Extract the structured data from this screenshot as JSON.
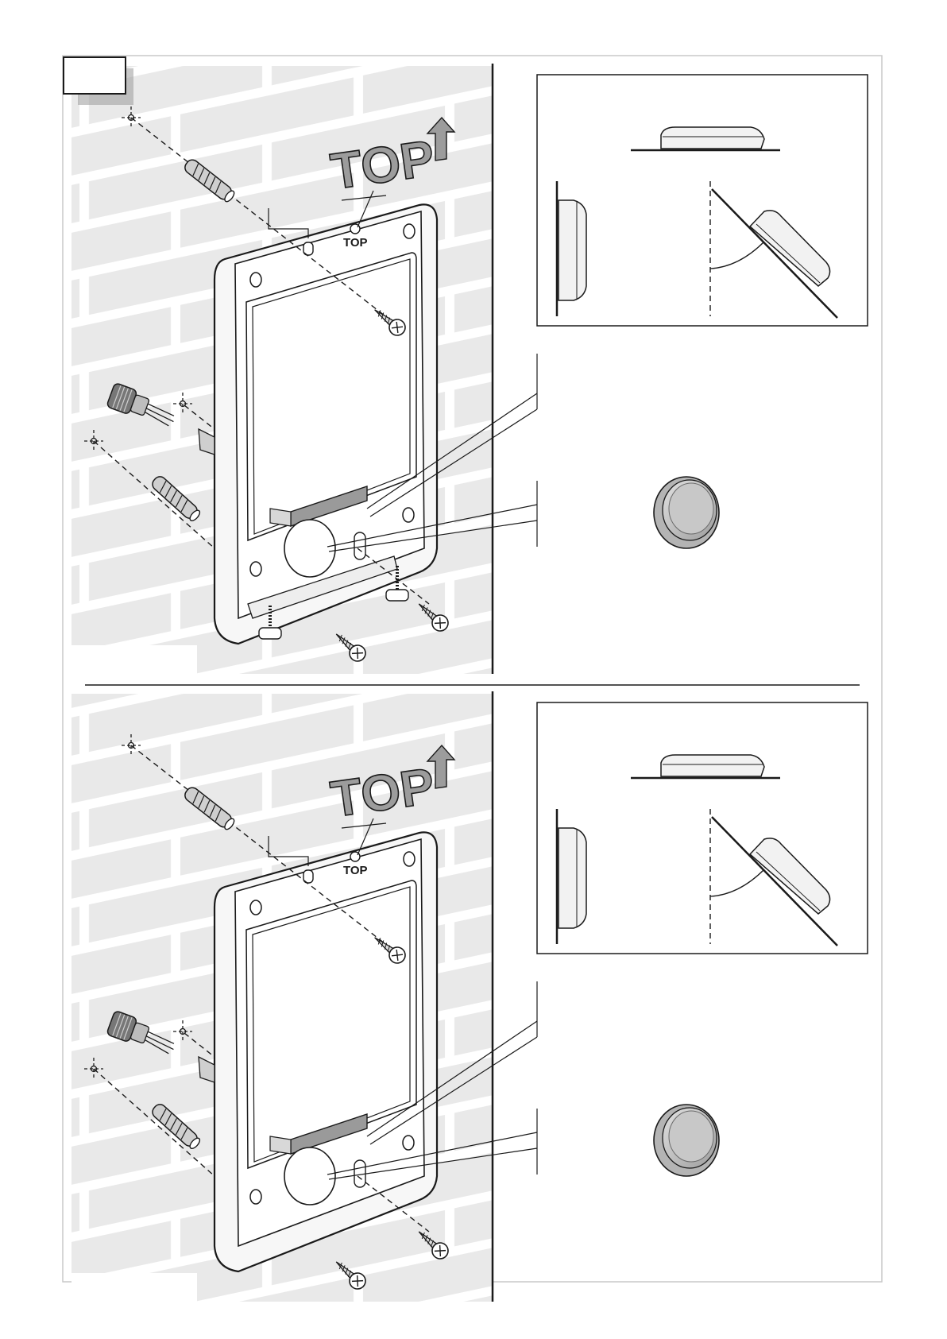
{
  "document": {
    "panels": [
      {
        "id": "upper",
        "orientation_label": "TOP",
        "has_step_number_box": true,
        "has_bottom_spacers": true
      },
      {
        "id": "lower",
        "orientation_label": "TOP",
        "has_step_number_box": false,
        "has_bottom_spacers": false
      }
    ]
  },
  "icons": {
    "orientation_arrow": "arrow-up-icon",
    "drill_mark": "crosshair-icon",
    "screw": "screw-icon",
    "wall_plug": "wall-plug-icon",
    "cable_gland": "cable-gland-icon",
    "sealing_cap": "sealing-cap-icon"
  },
  "colors": {
    "ink": "#1a1a1a",
    "wall_fill": "#e9e9e9",
    "mortar": "#ffffff",
    "frame_fill": "#f7f7f7",
    "seal_strip": "#9a9a9a",
    "cap_fill": "#c8c8c8"
  }
}
